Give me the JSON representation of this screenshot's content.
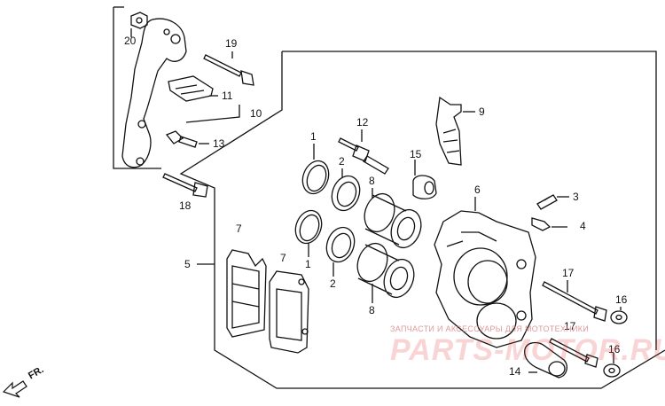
{
  "callouts": {
    "c1a": "1",
    "c1b": "1",
    "c2a": "2",
    "c2b": "2",
    "c3": "3",
    "c4": "4",
    "c5": "5",
    "c6": "6",
    "c7a": "7",
    "c7b": "7",
    "c8a": "8",
    "c8b": "8",
    "c9": "9",
    "c10": "10",
    "c11": "11",
    "c12": "12",
    "c13": "13",
    "c14": "14",
    "c15": "15",
    "c16a": "16",
    "c16b": "16",
    "c17a": "17",
    "c17b": "17",
    "c18": "18",
    "c19": "19",
    "c20": "20"
  },
  "direction_label": "FR.",
  "watermark": {
    "line1": "ЗАПЧАСТИ И АКСЕССУАРЫ ДЛЯ МОТОТЕХНИКИ",
    "line2": "PARTS-MOTOR.RU"
  },
  "colors": {
    "line": "#111111",
    "watermark": "#e03c3c"
  }
}
